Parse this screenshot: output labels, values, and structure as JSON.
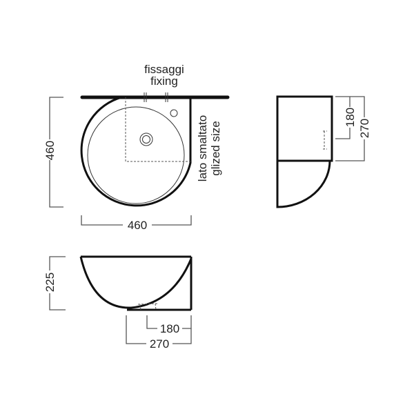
{
  "labels": {
    "fixing_it": "fissaggi",
    "fixing_en": "fixing",
    "glazed_it": "lato smaltato",
    "glazed_en": "glized size"
  },
  "dimensions": {
    "top_height": "460",
    "top_width": "460",
    "side_180": "180",
    "side_270": "270",
    "front_height": "225",
    "front_180": "180",
    "front_270": "270"
  }
}
